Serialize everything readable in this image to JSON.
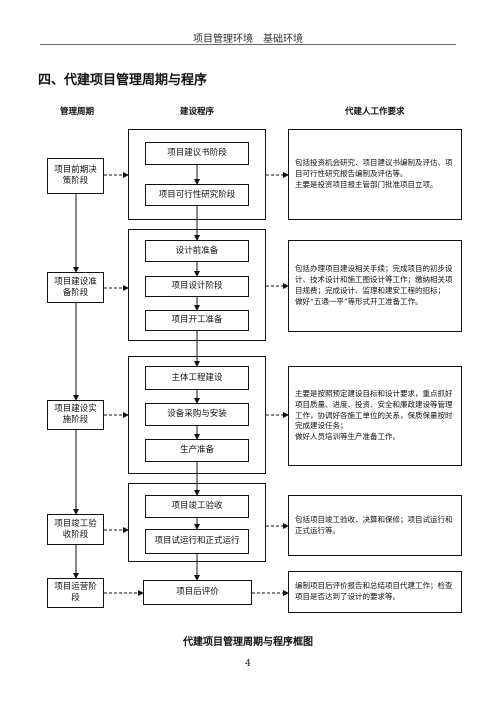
{
  "header": {
    "text": "项目管理环境　基础环境"
  },
  "section_title": "四、代建项目管理周期与程序",
  "column_headers": {
    "cycle": "管理周期",
    "procedure": "建设程序",
    "requirements": "代建人工作要求"
  },
  "phases": [
    {
      "label": "项目前期决策阶段"
    },
    {
      "label": "项目建设准备阶段"
    },
    {
      "label": "项目建设实施阶段"
    },
    {
      "label": "项目竣工验收阶段"
    },
    {
      "label": "项目运营阶段"
    }
  ],
  "steps": [
    [
      "项目建议书阶段",
      "项目可行性研究阶段"
    ],
    [
      "设计前准备",
      "项目设计阶段",
      "项目开工准备"
    ],
    [
      "主体工程建设",
      "设备采购与安装",
      "生产准备"
    ],
    [
      "项目竣工验收",
      "项目试运行和正式运行"
    ],
    [
      "项目后评价"
    ]
  ],
  "requirements": [
    [
      "包括投资机会研究、项目建议书编制及评估、项目可行性研究报告编制及评估等。",
      "主要是投资项目报主管部门批准项目立项。"
    ],
    [
      "包括办理项目建设相关手续；完成项目的初步设计、技术设计和施工图设计等工作；缴纳相关项目规费；完成设计、监理和建安工程的招标；",
      "做好“五通一平”等形式开工准备工作。"
    ],
    [
      "主要是按照预定建设目标和设计要求，重点抓好项目质量、进度、投资、安全和廉政建设等管理工作，协调好各施工单位的关系，保质保量按时完成建设任务；",
      "做好人员培训等生产准备工作。"
    ],
    [
      "包括项目竣工验收、决算和保修；项目试运行和正式运行等。"
    ],
    [
      "编制项目后评价报告和总结项目代建工作；检查项目是否达到了设计的要求等。"
    ]
  ],
  "caption": "代建项目管理周期与程序框图",
  "page_number": "4"
}
